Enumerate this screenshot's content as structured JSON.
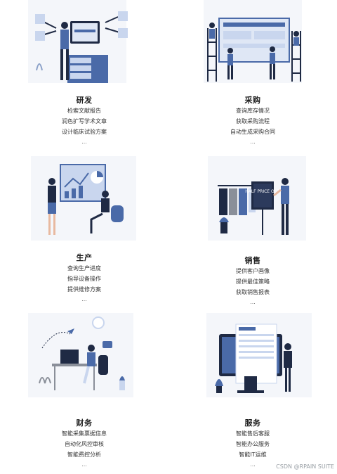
{
  "sections": [
    {
      "title": "研发",
      "lines": [
        "检索文献报告",
        "润色扩写学术文章",
        "设计临床试验方案"
      ],
      "more": "..."
    },
    {
      "title": "采购",
      "lines": [
        "查询库存情况",
        "获取采购流程",
        "自动生成采购合同"
      ],
      "more": "..."
    },
    {
      "title": "生产",
      "lines": [
        "查询生产进度",
        "指导设备操作",
        "提供维修方案"
      ],
      "more": "..."
    },
    {
      "title": "销售",
      "lines": [
        "提供客户画像",
        "提供最佳策略",
        "获取销售报表"
      ],
      "more": "..."
    },
    {
      "title": "财务",
      "lines": [
        "智能采集票据信息",
        "自动化风控审核",
        "智能费控分析"
      ],
      "more": "..."
    },
    {
      "title": "服务",
      "lines": [
        "智能售后客服",
        "智能办公服务",
        "智能IT运维"
      ],
      "more": "..."
    }
  ],
  "illustration_text": {
    "sale": "HALF PRICE OUT"
  },
  "watermark": "CSDN @RPAIN SUITE",
  "colors": {
    "accent": "#4a6aa8",
    "dark": "#1f2a44",
    "light": "#c9d6ee"
  }
}
